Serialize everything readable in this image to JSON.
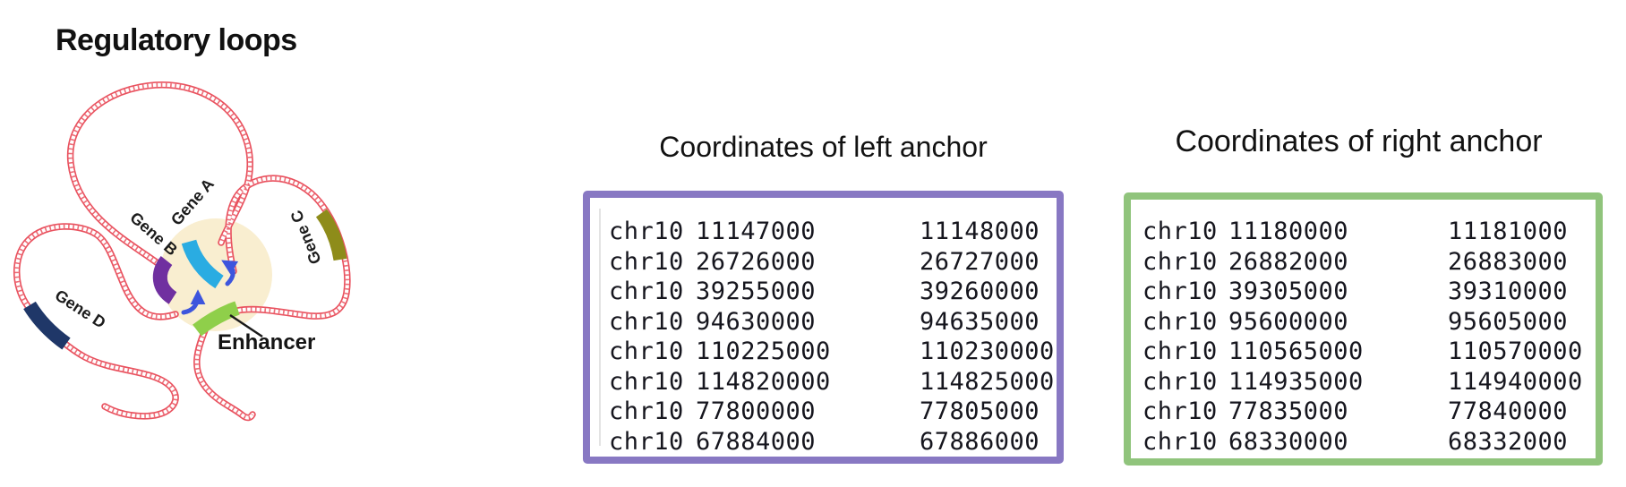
{
  "title": "Regulatory loops",
  "diagram": {
    "labels": {
      "gene_a": "Gene A",
      "gene_b": "Gene B",
      "gene_c": "Gene C",
      "gene_d": "Gene D",
      "enhancer": "Enhancer"
    },
    "colors": {
      "strand_red": "#e9525f",
      "hub_cream": "#f9eed0",
      "gene_a": "#2aace2",
      "gene_b": "#7030a0",
      "gene_c": "#8e8c1a",
      "gene_d": "#1f3768",
      "enhancer": "#8fcf4a",
      "arrow_blue": "#3d55dd"
    }
  },
  "left_anchor": {
    "title": "Coordinates of left anchor",
    "border_color": "#8878c3",
    "rows": [
      [
        "chr10",
        "11147000",
        "11148000"
      ],
      [
        "chr10",
        "26726000",
        "26727000"
      ],
      [
        "chr10",
        "39255000",
        "39260000"
      ],
      [
        "chr10",
        "94630000",
        "94635000"
      ],
      [
        "chr10",
        "110225000",
        "110230000"
      ],
      [
        "chr10",
        "114820000",
        "114825000"
      ],
      [
        "chr10",
        "77800000",
        "77805000"
      ],
      [
        "chr10",
        "67884000",
        "67886000"
      ]
    ]
  },
  "right_anchor": {
    "title": "Coordinates of right anchor",
    "border_color": "#90c47c",
    "rows": [
      [
        "chr10",
        "11180000",
        "11181000"
      ],
      [
        "chr10",
        "26882000",
        "26883000"
      ],
      [
        "chr10",
        "39305000",
        "39310000"
      ],
      [
        "chr10",
        "95600000",
        "95605000"
      ],
      [
        "chr10",
        "110565000",
        "110570000"
      ],
      [
        "chr10",
        "114935000",
        "114940000"
      ],
      [
        "chr10",
        "77835000",
        "77840000"
      ],
      [
        "chr10",
        "68330000",
        "68332000"
      ]
    ]
  }
}
